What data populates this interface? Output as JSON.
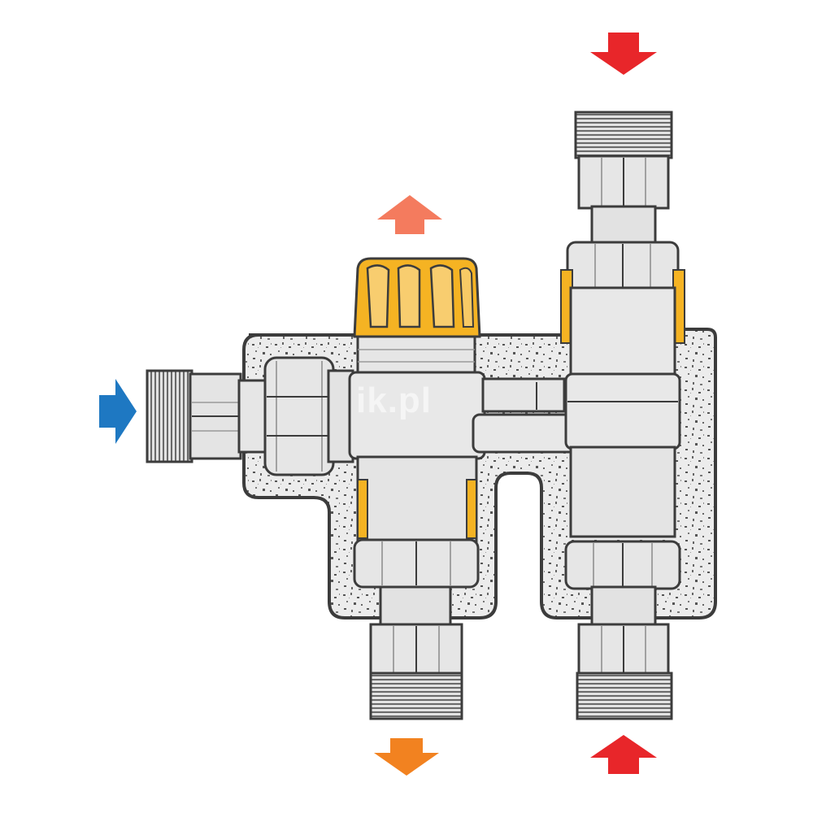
{
  "diagram": {
    "watermark": "ik.pl",
    "colors": {
      "cold_inlet": "#1E78C2",
      "mixed_up": "#F47B5E",
      "mixed_down": "#F28220",
      "hot": "#E8262A",
      "knob": "#F5B323",
      "insulation": "#E6E6E6",
      "metal": "#E3E3E3",
      "outline": "#3C3C3C"
    },
    "arrows": [
      {
        "id": "cold-inlet",
        "direction": "right",
        "color_key": "cold_inlet"
      },
      {
        "id": "mixed-outlet-top",
        "direction": "up",
        "color_key": "mixed_up"
      },
      {
        "id": "mixed-outlet-bottom",
        "direction": "down",
        "color_key": "mixed_down"
      },
      {
        "id": "hot-top",
        "direction": "down",
        "color_key": "hot"
      },
      {
        "id": "hot-bottom",
        "direction": "up",
        "color_key": "hot"
      }
    ]
  }
}
